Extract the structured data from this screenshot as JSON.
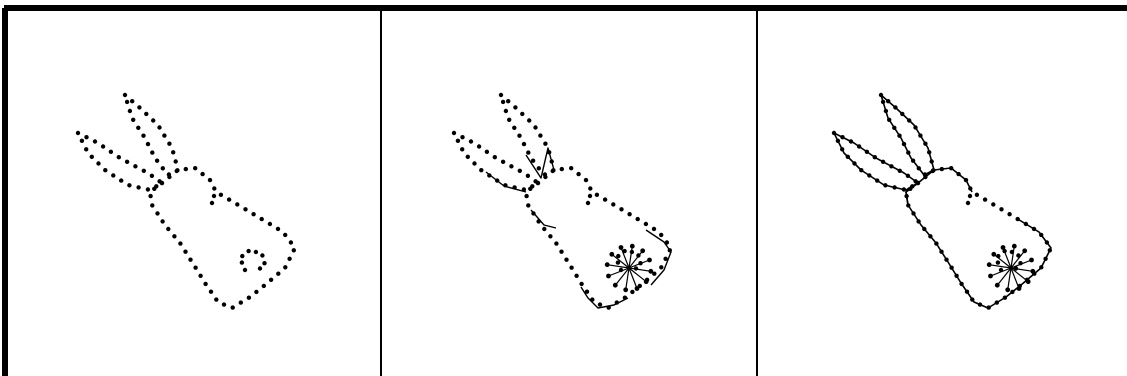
{
  "figure": {
    "panels": [
      {
        "id": "panel-1",
        "stage": "dots-only",
        "description_visible_text": "",
        "has_lines": false,
        "has_star": false
      },
      {
        "id": "panel-2",
        "stage": "partial-connections",
        "description_visible_text": "",
        "has_lines": true,
        "has_star": true
      },
      {
        "id": "panel-3",
        "stage": "full-outline",
        "description_visible_text": "",
        "has_lines": true,
        "has_star": true
      }
    ],
    "colors": {
      "background": "#ffffff",
      "ink": "#000000"
    }
  }
}
